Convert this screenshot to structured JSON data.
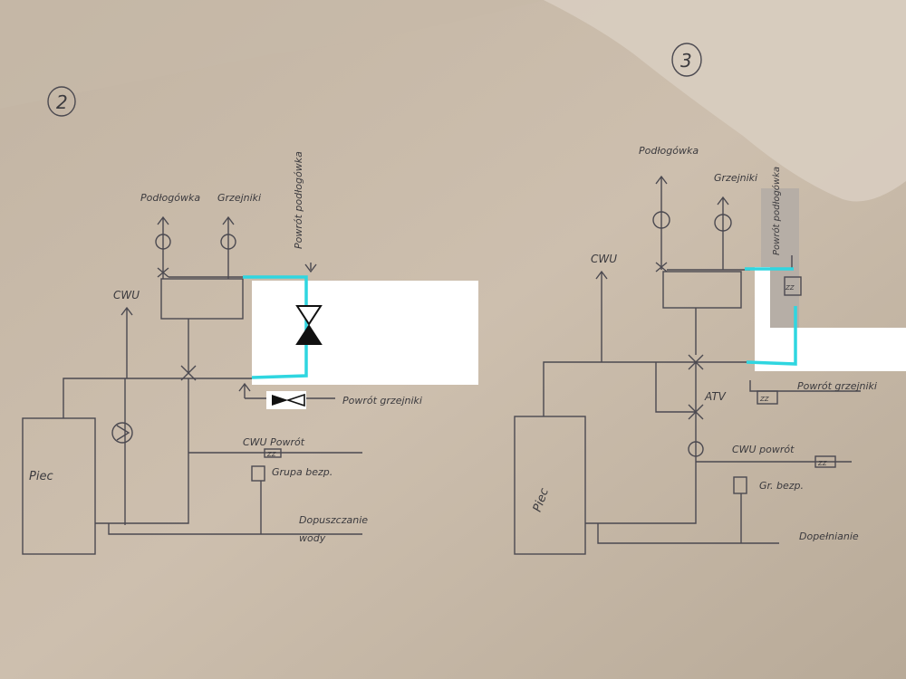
{
  "diagram_2": {
    "number": "2",
    "labels": {
      "floor_heating": "Podłogówka",
      "radiators": "Grzejniki",
      "floor_return": "Powrót podłogówka",
      "dhw": "CWU",
      "boiler": "Piec",
      "radiator_return": "Powrót grzejniki",
      "dhw_return": "CWU Powrót",
      "safety_group": "Grupa bezp.",
      "water_fill_1": "Dopuszczanie",
      "water_fill_2": "wody",
      "zz": "ZZ"
    }
  },
  "diagram_3": {
    "number": "3",
    "labels": {
      "floor_heating": "Podłogówka",
      "radiators": "Grzejniki",
      "floor_return": "Powrót podłogówka",
      "dhw": "CWU",
      "boiler": "Piec",
      "atv": "ATV",
      "radiator_return": "Powrót grzejniki",
      "dhw_return": "CWU powrót",
      "safety_group": "Gr. bezp.",
      "refill": "Dopełnianie",
      "zz_1": "ZZ",
      "zz_2": "ZZ",
      "zz_3": "ZZ"
    }
  },
  "colors": {
    "paper": "#c9bcab",
    "ink": "#4b4950",
    "highlight": "#2fd6e0",
    "overlay": "#ffffff"
  }
}
